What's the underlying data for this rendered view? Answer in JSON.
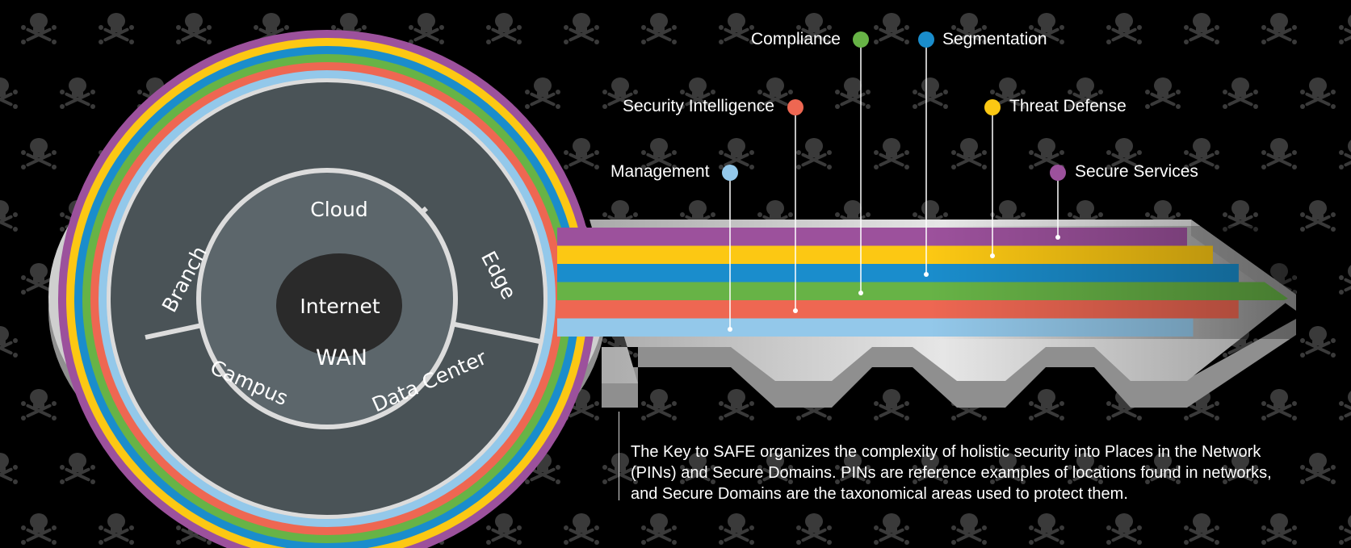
{
  "diagram": {
    "center_label": "Internet",
    "ring_label": "WAN",
    "places": [
      "Cloud",
      "Edge",
      "Data Center",
      "Campus",
      "Branch"
    ],
    "domains": [
      {
        "id": "compliance",
        "label": "Compliance",
        "color": "#67b346"
      },
      {
        "id": "segmentation",
        "label": "Segmentation",
        "color": "#1a8dcc"
      },
      {
        "id": "security-intelligence",
        "label": "Security Intelligence",
        "color": "#ee6752"
      },
      {
        "id": "threat-defense",
        "label": "Threat Defense",
        "color": "#fcc813"
      },
      {
        "id": "management",
        "label": "Management",
        "color": "#93c8ea"
      },
      {
        "id": "secure-services",
        "label": "Secure Services",
        "color": "#9c519c"
      }
    ],
    "caption": "The Key to SAFE organizes the complexity of holistic security into Places in the Network (PINs) and Secure Domains. PINs are reference examples of locations found in networks, and Secure Domains are the taxonomical areas used to protect them.",
    "colors": {
      "background": "#000000",
      "skull": "#3a3a3a",
      "key_metal": "#c9c9c9",
      "key_dark": "#8a8a8a",
      "place_fill": "#4a5357",
      "wan_fill": "#5c666b",
      "internet_fill": "#2a2a2a"
    }
  }
}
